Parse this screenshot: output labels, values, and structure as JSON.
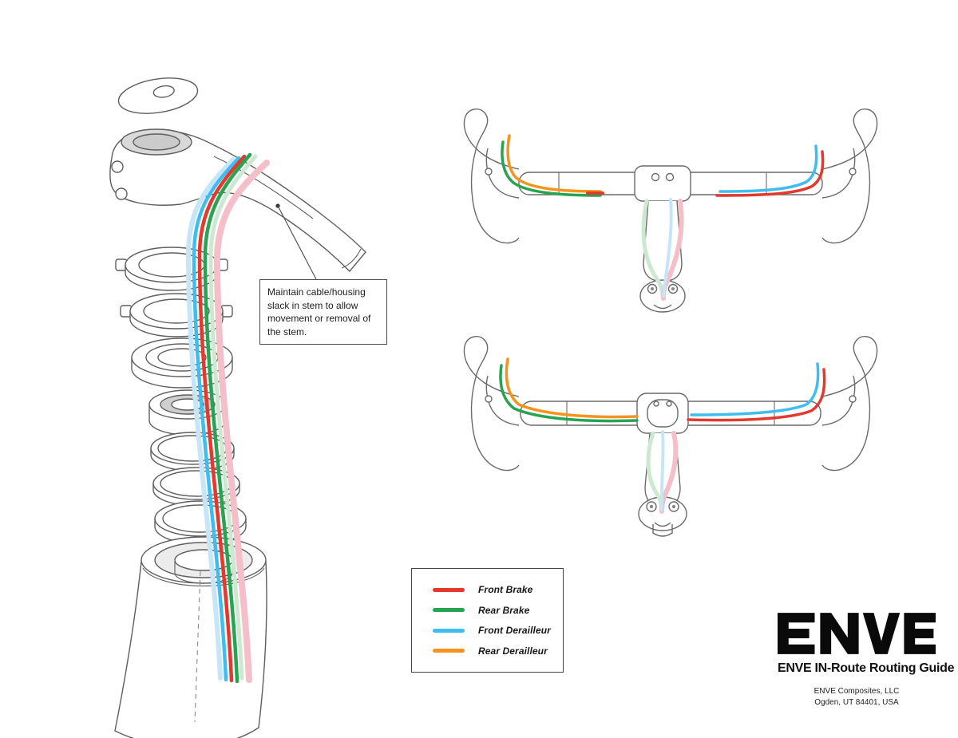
{
  "diagram": {
    "callout_text": "Maintain cable/housing slack in stem to allow movement or removal of the stem."
  },
  "legend": {
    "items": [
      {
        "id": "front-brake",
        "label": "Front Brake",
        "color": "#e23a2e"
      },
      {
        "id": "rear-brake",
        "label": "Rear Brake",
        "color": "#27a451"
      },
      {
        "id": "front-derailleur",
        "label": "Front Derailleur",
        "color": "#3fbdee"
      },
      {
        "id": "rear-derailleur",
        "label": "Rear Derailleur",
        "color": "#f6931e"
      }
    ]
  },
  "footer": {
    "logo_text": "ENVE",
    "title": "ENVE IN-Route Routing Guide",
    "address_line1": "ENVE Composites, LLC",
    "address_line2": "Ogden, UT 84401, USA"
  },
  "colors": {
    "front_brake": "#e23a2e",
    "rear_brake": "#27a451",
    "front_derailleur": "#3fbdee",
    "rear_derailleur": "#f6931e",
    "faded_pink": "#f5bfc9",
    "faded_green": "#cde8d0",
    "faded_blue": "#c6e6f8",
    "line_art": "#5e5e5e"
  }
}
